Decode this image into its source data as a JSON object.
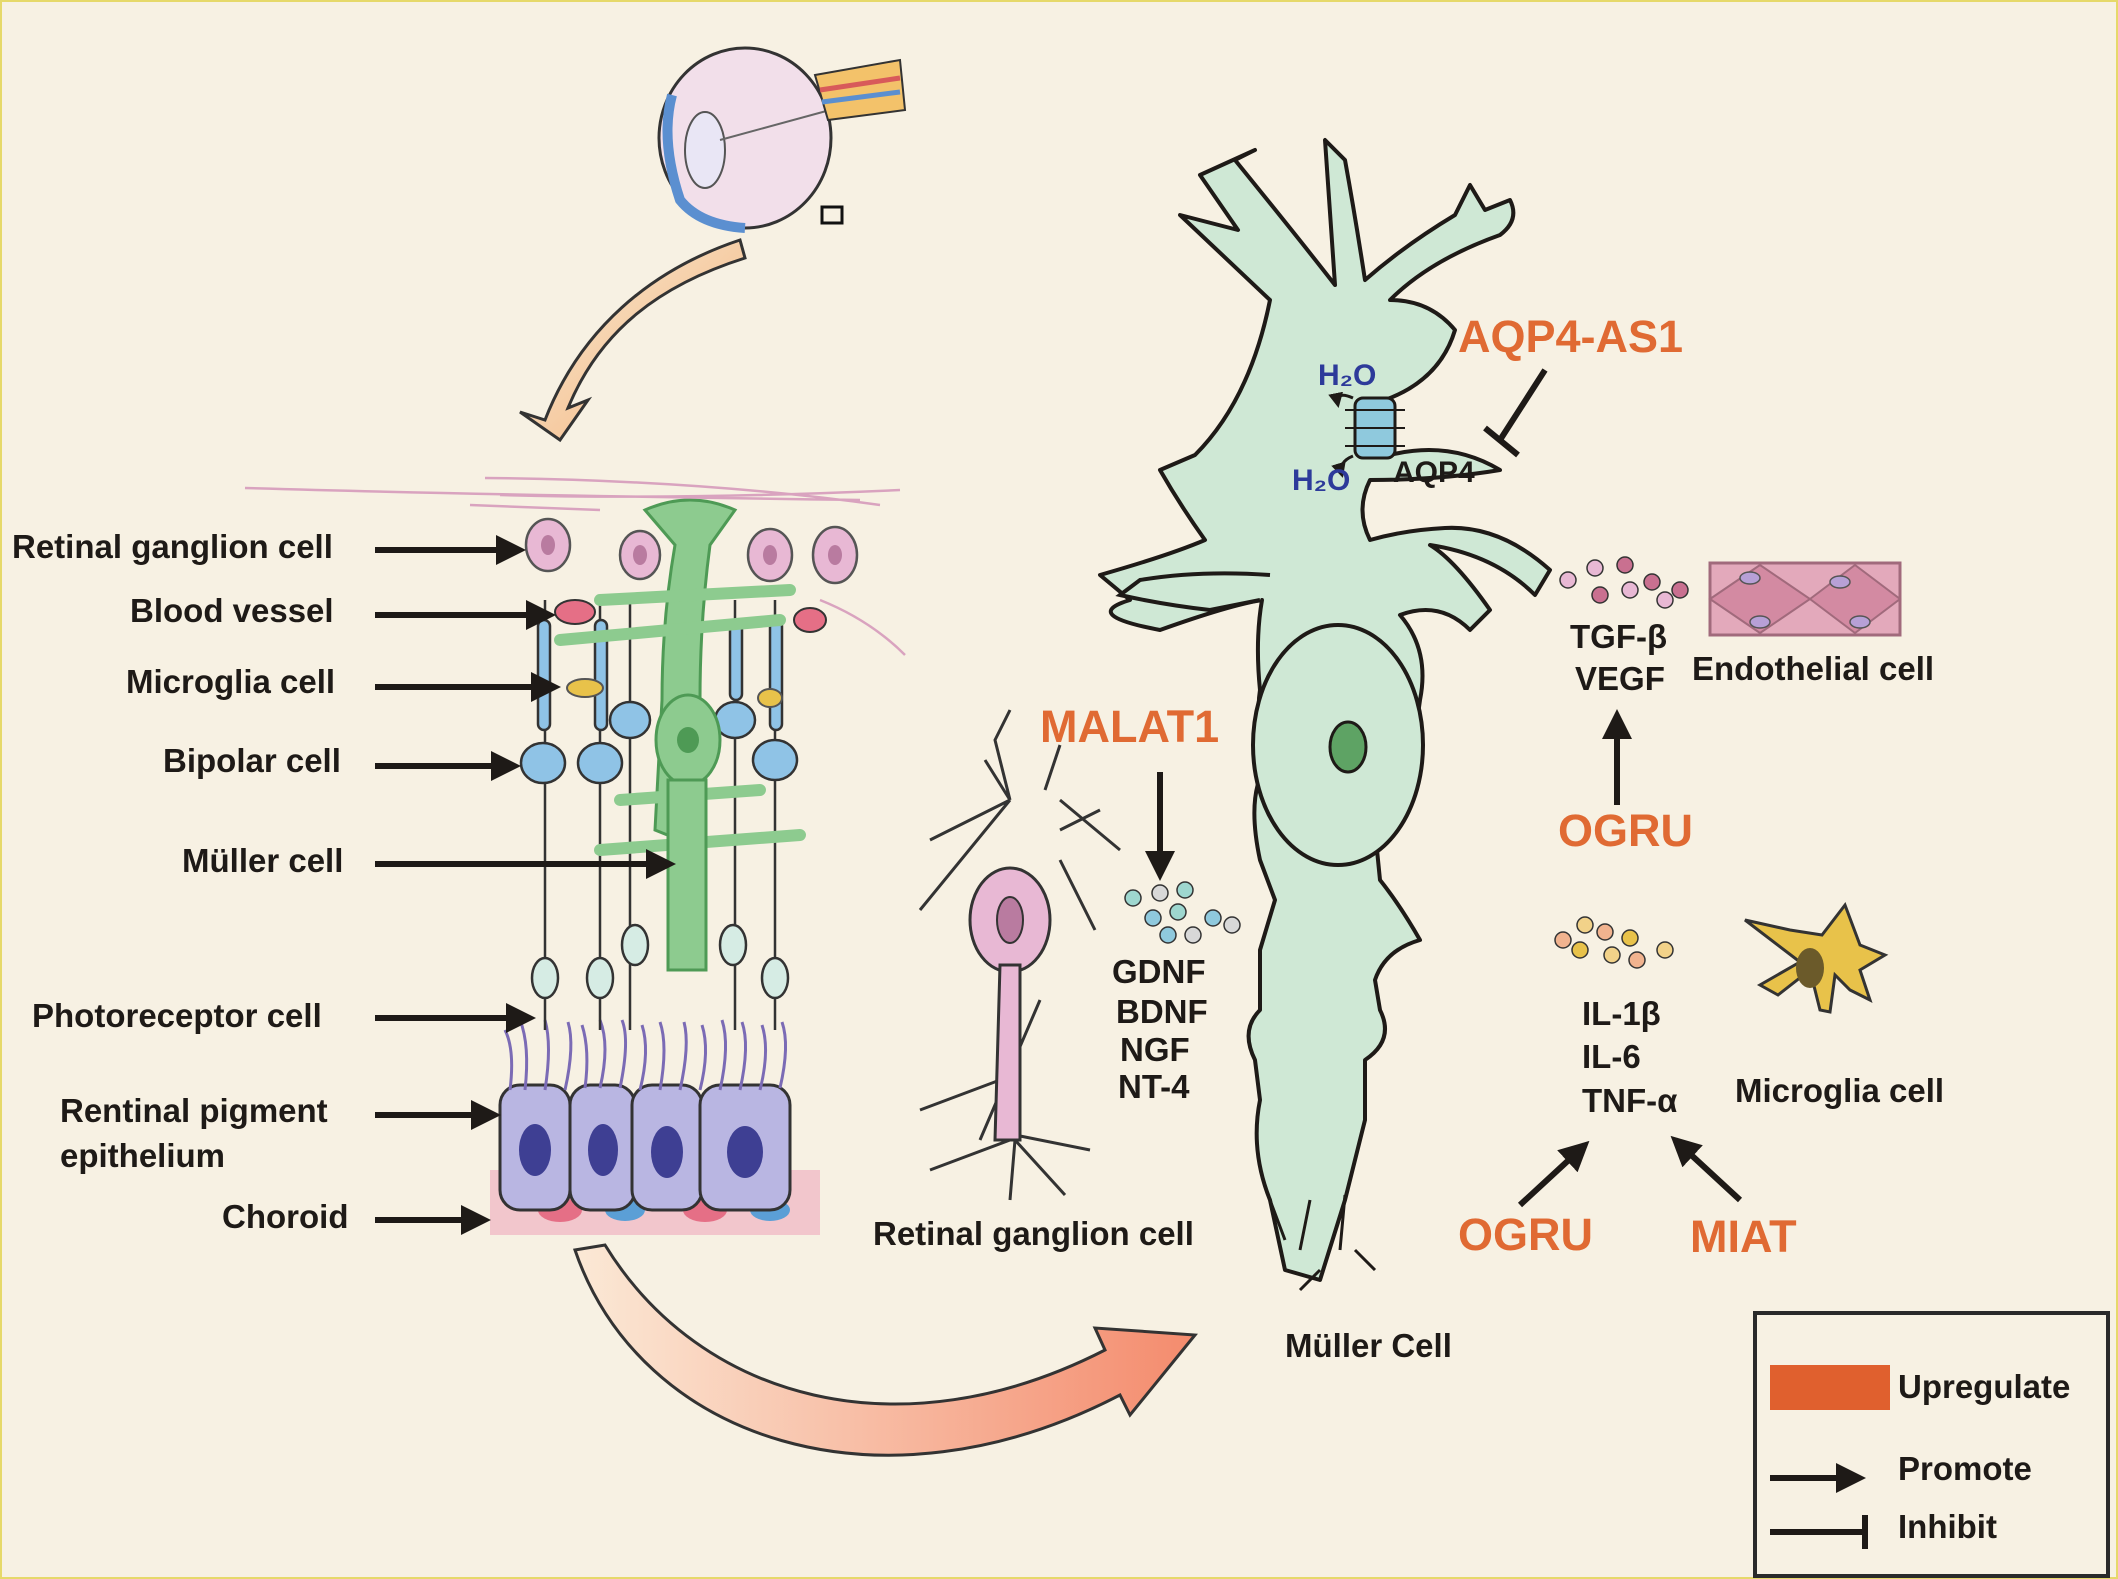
{
  "colors": {
    "background": "#f7f1e3",
    "upregulate": "#e0602e",
    "muller_cell": "#cfe8d5",
    "ganglion_cell": "#e8b8d4",
    "microglia": "#e8c24a",
    "bipolar": "#8fc3e6",
    "rpe": "#b9b6e2",
    "choroid": "#f2c6cc"
  },
  "retina_labels": {
    "retinal_ganglion_cell": "Retinal ganglion cell",
    "blood_vessel": "Blood vessel",
    "microglia_cell": "Microglia cell",
    "bipolar_cell": "Bipolar cell",
    "muller_cell": "Müller cell",
    "photoreceptor_cell": "Photoreceptor cell",
    "rpe_line1": "Rentinal pigment",
    "rpe_line2": "epithelium",
    "choroid": "Choroid"
  },
  "muller_diagram": {
    "title": "Müller Cell",
    "h2o_top": "H₂O",
    "h2o_bottom": "H₂O",
    "aqp4": "AQP4",
    "aqp4_as1": "AQP4-AS1",
    "malat1": "MALAT1",
    "neurotrophic_factors": [
      "GDNF",
      "BDNF",
      "NGF",
      "NT-4"
    ],
    "rgc_label": "Retinal ganglion cell",
    "endothelial_factors": [
      "TGF-β",
      "VEGF"
    ],
    "endothelial_label": "Endothelial cell",
    "ogru_top": "OGRU",
    "cytokines": [
      "IL-1β",
      "IL-6",
      "TNF-α"
    ],
    "microglia_label": "Microglia cell",
    "ogru_bottom": "OGRU",
    "miat": "MIAT"
  },
  "legend": {
    "upregulate": "Upregulate",
    "promote": "Promote",
    "inhibit": "Inhibit"
  },
  "icons": [
    "eyeball-icon",
    "retina-layers-icon",
    "muller-cell-icon",
    "ganglion-neuron-icon",
    "endothelial-cell-icon",
    "microglia-icon"
  ]
}
